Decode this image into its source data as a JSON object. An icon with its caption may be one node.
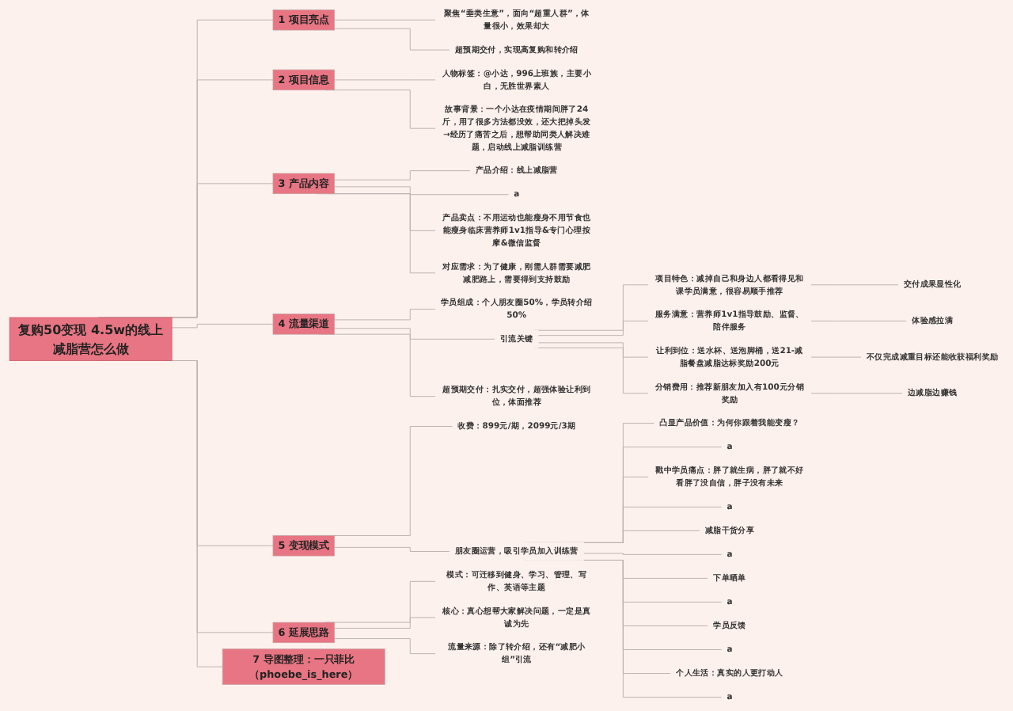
{
  "diagram": {
    "nodes": [
      {
        "text": [
          "复购50变现 4.5w的线上减脂营怎么做"
        ]
      },
      {
        "text": [
          "1 项目亮点"
        ]
      },
      {
        "text": [
          "聚焦“垂类生意”，面向“超重人群”，体量很小，效果却大"
        ]
      },
      {
        "text": [
          "超预期交付，实现高复购和转介绍"
        ]
      },
      {
        "text": [
          "2 项目信息"
        ]
      },
      {
        "text": [
          "人物标签：@小达，996上班族，主要小白，无胜世界素人"
        ]
      },
      {
        "text": [
          "故事背景：一个小达在疫情期间胖了24斤，用了很多方法都没效，还大把掉头发→经历了痛苦之后，想帮助同类人解决难题，启动线上减脂训练营"
        ]
      },
      {
        "text": [
          "3 产品内容"
        ]
      },
      {
        "text": [
          "产品介绍：线上减脂营"
        ]
      },
      {
        "text": [
          "a"
        ]
      },
      {
        "text": [
          "产品卖点：不用运动也能瘦身不用节食也能瘦身临床营养师1v1指导&专门心理按摩&微信监督"
        ]
      },
      {
        "text": [
          "对应需求：为了健康，刚需人群需要减肥减肥路上，需要得到支持鼓励"
        ]
      },
      {
        "text": [
          "4 流量渠道"
        ]
      },
      {
        "text": [
          "学员组成：个人朋友圈50%，学员转介绍50%"
        ]
      },
      {
        "text": [
          "引流关键"
        ]
      },
      {
        "text": [
          "项目特色：减掉自己和身边人都看得见和课学员满意，很容易顺手推荐"
        ]
      },
      {
        "text": [
          "交付成果显性化"
        ]
      },
      {
        "text": [
          "服务满意：营养师1v1指导鼓励、监督、陪伴服务"
        ]
      },
      {
        "text": [
          "体验感拉满"
        ]
      },
      {
        "text": [
          "让利到位：送水杯、送泡脚桶，送21-减脂餐盘减脂达标奖励200元"
        ]
      },
      {
        "text": [
          "不仅完成减重目标还能收获福利奖励"
        ]
      },
      {
        "text": [
          "分销费用：推荐新朋友加入有100元分销奖励"
        ]
      },
      {
        "text": [
          "边减脂边赚钱"
        ]
      },
      {
        "text": [
          "超预期交付：扎实交付，超强体验让利到位，体面推荐"
        ]
      },
      {
        "text": [
          "5 变现模式"
        ]
      },
      {
        "text": [
          "收费：899元/期，2099元/3期"
        ]
      },
      {
        "text": [
          "朋友圈运营，吸引学员加入训练营"
        ]
      },
      {
        "text": [
          "凸显产品价值：为何你跟着我能变瘦？"
        ]
      },
      {
        "text": [
          "a"
        ]
      },
      {
        "text": [
          "戳中学员痛点：胖了就生病，胖了就不好看胖了没自信，胖子没有未来"
        ]
      },
      {
        "text": [
          "a"
        ]
      },
      {
        "text": [
          "减脂干货分享"
        ]
      },
      {
        "text": [
          "a"
        ]
      },
      {
        "text": [
          "下单晒单"
        ]
      },
      {
        "text": [
          "a"
        ]
      },
      {
        "text": [
          "学员反馈"
        ]
      },
      {
        "text": [
          "a"
        ]
      },
      {
        "text": [
          "个人生活：真实的人更打动人"
        ]
      },
      {
        "text": [
          "a"
        ]
      },
      {
        "text": [
          "6 延展思路"
        ]
      },
      {
        "text": [
          "模式：可迁移到健身、学习、管理、写作、英语等主题"
        ]
      },
      {
        "text": [
          "核心：真心想帮大家解决问题，一定是真诚为先"
        ]
      },
      {
        "text": [
          "流量来源：除了转介绍，还有“减肥小组”引流"
        ]
      },
      {
        "text": [
          "7 导图整理：一只菲比（phoebe_is_here）"
        ]
      }
    ],
    "edges": [
      {
        "from": 0,
        "to": 1,
        "arrow": "none"
      },
      {
        "from": 1,
        "to": 2,
        "arrow": "none"
      },
      {
        "from": 1,
        "to": 3,
        "arrow": "none"
      },
      {
        "from": 0,
        "to": 4,
        "arrow": "none"
      },
      {
        "from": 4,
        "to": 5,
        "arrow": "none"
      },
      {
        "from": 4,
        "to": 6,
        "arrow": "none"
      },
      {
        "from": 0,
        "to": 7,
        "arrow": "none"
      },
      {
        "from": 7,
        "to": 8,
        "arrow": "none"
      },
      {
        "from": 7,
        "to": 9,
        "arrow": "none"
      },
      {
        "from": 7,
        "to": 10,
        "arrow": "none"
      },
      {
        "from": 7,
        "to": 11,
        "arrow": "none"
      },
      {
        "from": 0,
        "to": 12,
        "arrow": "none"
      },
      {
        "from": 12,
        "to": 13,
        "arrow": "none"
      },
      {
        "from": 12,
        "to": 14,
        "arrow": "none"
      },
      {
        "from": 14,
        "to": 15,
        "arrow": "none"
      },
      {
        "from": 15,
        "to": 16,
        "arrow": "none"
      },
      {
        "from": 14,
        "to": 17,
        "arrow": "none"
      },
      {
        "from": 17,
        "to": 18,
        "arrow": "none"
      },
      {
        "from": 14,
        "to": 19,
        "arrow": "none"
      },
      {
        "from": 19,
        "to": 20,
        "arrow": "none"
      },
      {
        "from": 14,
        "to": 21,
        "arrow": "none"
      },
      {
        "from": 21,
        "to": 22,
        "arrow": "none"
      },
      {
        "from": 12,
        "to": 23,
        "arrow": "none"
      },
      {
        "from": 0,
        "to": 24,
        "arrow": "none"
      },
      {
        "from": 24,
        "to": 25,
        "arrow": "none"
      },
      {
        "from": 24,
        "to": 26,
        "arrow": "none"
      },
      {
        "from": 26,
        "to": 27,
        "arrow": "none"
      },
      {
        "from": 26,
        "to": 28,
        "arrow": "none"
      },
      {
        "from": 26,
        "to": 29,
        "arrow": "none"
      },
      {
        "from": 26,
        "to": 30,
        "arrow": "none"
      },
      {
        "from": 26,
        "to": 31,
        "arrow": "none"
      },
      {
        "from": 26,
        "to": 32,
        "arrow": "none"
      },
      {
        "from": 26,
        "to": 33,
        "arrow": "none"
      },
      {
        "from": 26,
        "to": 34,
        "arrow": "none"
      },
      {
        "from": 26,
        "to": 35,
        "arrow": "none"
      },
      {
        "from": 26,
        "to": 36,
        "arrow": "none"
      },
      {
        "from": 26,
        "to": 37,
        "arrow": "none"
      },
      {
        "from": 26,
        "to": 38,
        "arrow": "none"
      },
      {
        "from": 0,
        "to": 39,
        "arrow": "none"
      },
      {
        "from": 39,
        "to": 40,
        "arrow": "none"
      },
      {
        "from": 39,
        "to": 41,
        "arrow": "none"
      },
      {
        "from": 39,
        "to": 42,
        "arrow": "none"
      },
      {
        "from": 0,
        "to": 43,
        "arrow": "none"
      }
    ]
  }
}
